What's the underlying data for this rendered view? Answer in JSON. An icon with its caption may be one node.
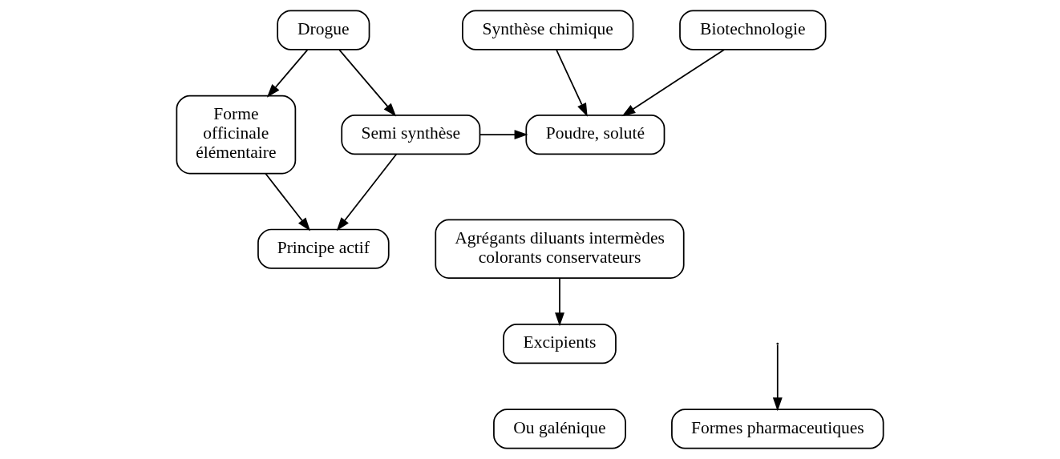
{
  "diagram": {
    "nodes": [
      {
        "text": [
          "Drogue"
        ]
      },
      {
        "text": [
          "Synthèse chimique"
        ]
      },
      {
        "text": [
          "Biotechnologie"
        ]
      },
      {
        "text": [
          "Forme officinale élémentaire"
        ]
      },
      {
        "text": [
          "Semi synthèse"
        ]
      },
      {
        "text": [
          "Poudre, soluté"
        ]
      },
      {
        "text": [
          "Agrégants diluants intermèdes colorants conservateurs"
        ]
      },
      {
        "text": [
          "Principe actif"
        ]
      },
      {
        "text": [
          "Excipients"
        ]
      },
      {
        "text": [
          "Formes pharmaceutiques"
        ]
      },
      {
        "text": [
          "Ou galénique"
        ]
      }
    ],
    "edges": [
      {
        "from": 0,
        "to": 3,
        "arrow": "to"
      },
      {
        "from": 0,
        "to": 4,
        "arrow": "to"
      },
      {
        "from": 1,
        "to": 5,
        "arrow": "to"
      },
      {
        "from": 2,
        "to": 5,
        "arrow": "to"
      },
      {
        "from": 4,
        "to": 5,
        "arrow": "to"
      },
      {
        "from": 3,
        "to": 7,
        "arrow": "to"
      },
      {
        "from": 4,
        "to": 7,
        "arrow": "to"
      },
      {
        "from": 6,
        "to": 8,
        "arrow": "to"
      },
      {
        "from": null,
        "to": 9,
        "arrow": "to"
      }
    ]
  }
}
